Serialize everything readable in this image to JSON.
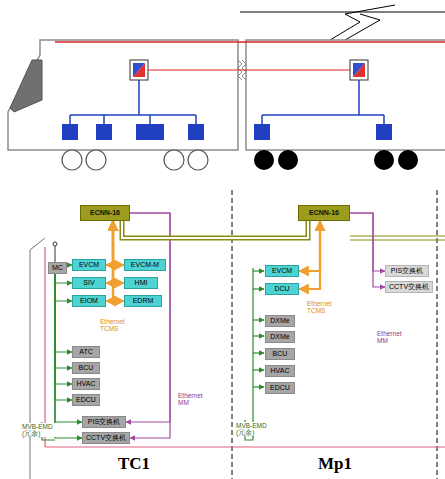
{
  "diagram": {
    "nodes": [
      {
        "text": [
          "ECNN-16"
        ]
      },
      {
        "text": [
          "MC"
        ]
      },
      {
        "text": [
          "EVCM"
        ]
      },
      {
        "text": [
          "EVCM-M"
        ]
      },
      {
        "text": [
          "SIV"
        ]
      },
      {
        "text": [
          "HMI"
        ]
      },
      {
        "text": [
          "EIOM"
        ]
      },
      {
        "text": [
          "EDRM"
        ]
      },
      {
        "text": [
          "ATC"
        ]
      },
      {
        "text": [
          "BCU"
        ]
      },
      {
        "text": [
          "HVAC"
        ]
      },
      {
        "text": [
          "EDCU"
        ]
      },
      {
        "text": [
          "PIS交换机"
        ]
      },
      {
        "text": [
          "CCTV交换机"
        ]
      },
      {
        "text": [
          "ECNN-16"
        ]
      },
      {
        "text": [
          "EVCM"
        ]
      },
      {
        "text": [
          "DCU"
        ]
      },
      {
        "text": [
          "PIS交换机"
        ]
      },
      {
        "text": [
          "CCTV交换机"
        ]
      },
      {
        "text": [
          "DXMe"
        ]
      },
      {
        "text": [
          "DXMe"
        ]
      },
      {
        "text": [
          "BCU"
        ]
      },
      {
        "text": [
          "HVAC"
        ]
      },
      {
        "text": [
          "EDCU"
        ]
      }
    ],
    "edges": [
      {
        "from": 0,
        "to": 2,
        "arrow": "both"
      },
      {
        "from": 0,
        "to": 3,
        "arrow": "both"
      },
      {
        "from": 0,
        "to": 4,
        "arrow": "both"
      },
      {
        "from": 0,
        "to": 5,
        "arrow": "both"
      },
      {
        "from": 0,
        "to": 6,
        "arrow": "both"
      },
      {
        "from": 0,
        "to": 7,
        "arrow": "both"
      },
      {
        "from": 1,
        "to": 2,
        "arrow": "to"
      },
      {
        "from": 1,
        "to": 4,
        "arrow": "to"
      },
      {
        "from": 1,
        "to": 6,
        "arrow": "to"
      },
      {
        "from": 1,
        "to": 8,
        "arrow": "to"
      },
      {
        "from": 1,
        "to": 9,
        "arrow": "to"
      },
      {
        "from": 1,
        "to": 10,
        "arrow": "to"
      },
      {
        "from": 1,
        "to": 11,
        "arrow": "to"
      },
      {
        "from": 1,
        "to": 12,
        "arrow": "to"
      },
      {
        "from": 1,
        "to": 13,
        "arrow": "to"
      },
      {
        "from": 0,
        "to": 12,
        "arrow": "to"
      },
      {
        "from": 0,
        "to": 13,
        "arrow": "to"
      },
      {
        "from": 0,
        "to": 14,
        "arrow": "none"
      },
      {
        "from": 14,
        "to": 15,
        "arrow": "both"
      },
      {
        "from": 14,
        "to": 16,
        "arrow": "both"
      },
      {
        "from": 14,
        "to": 17,
        "arrow": "to"
      },
      {
        "from": 14,
        "to": 18,
        "arrow": "to"
      }
    ],
    "labels": [
      "Ethernet TCMS",
      "Ethernet MM",
      "MVB-EMD (冗余)",
      "Ethernet TCMS",
      "Ethernet MM",
      "MVB-EMD (冗余)",
      "TC1",
      "Mp1"
    ]
  }
}
